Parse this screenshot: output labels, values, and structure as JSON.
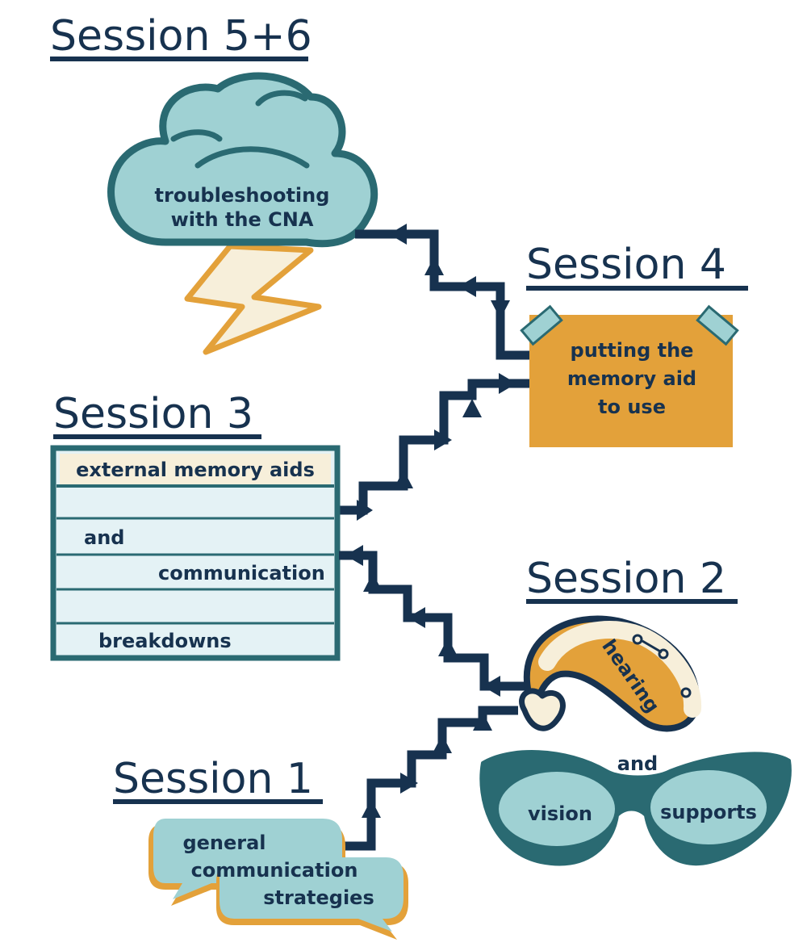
{
  "sessions": {
    "s56": {
      "heading": "Session 5+6",
      "lines": [
        "troubleshooting",
        "with the CNA"
      ]
    },
    "s4": {
      "heading": "Session 4",
      "lines": [
        "putting the",
        "memory aid",
        "to use"
      ]
    },
    "s3": {
      "heading": "Session 3",
      "row1": "external memory aids",
      "row2": "and",
      "row3": "communication",
      "row4": "breakdowns"
    },
    "s2": {
      "heading": "Session 2",
      "hearing": "hearing",
      "and": "and",
      "vision": "vision",
      "supports": "supports"
    },
    "s1": {
      "heading": "Session 1",
      "lines": [
        "general",
        "communication",
        "strategies"
      ]
    }
  },
  "colors": {
    "ink": "#17324f",
    "teal_dark": "#2a6a72",
    "teal_light": "#9fd1d3",
    "orange": "#e3a13a",
    "cream": "#f7efda",
    "pale_blue": "#e4f2f5"
  }
}
